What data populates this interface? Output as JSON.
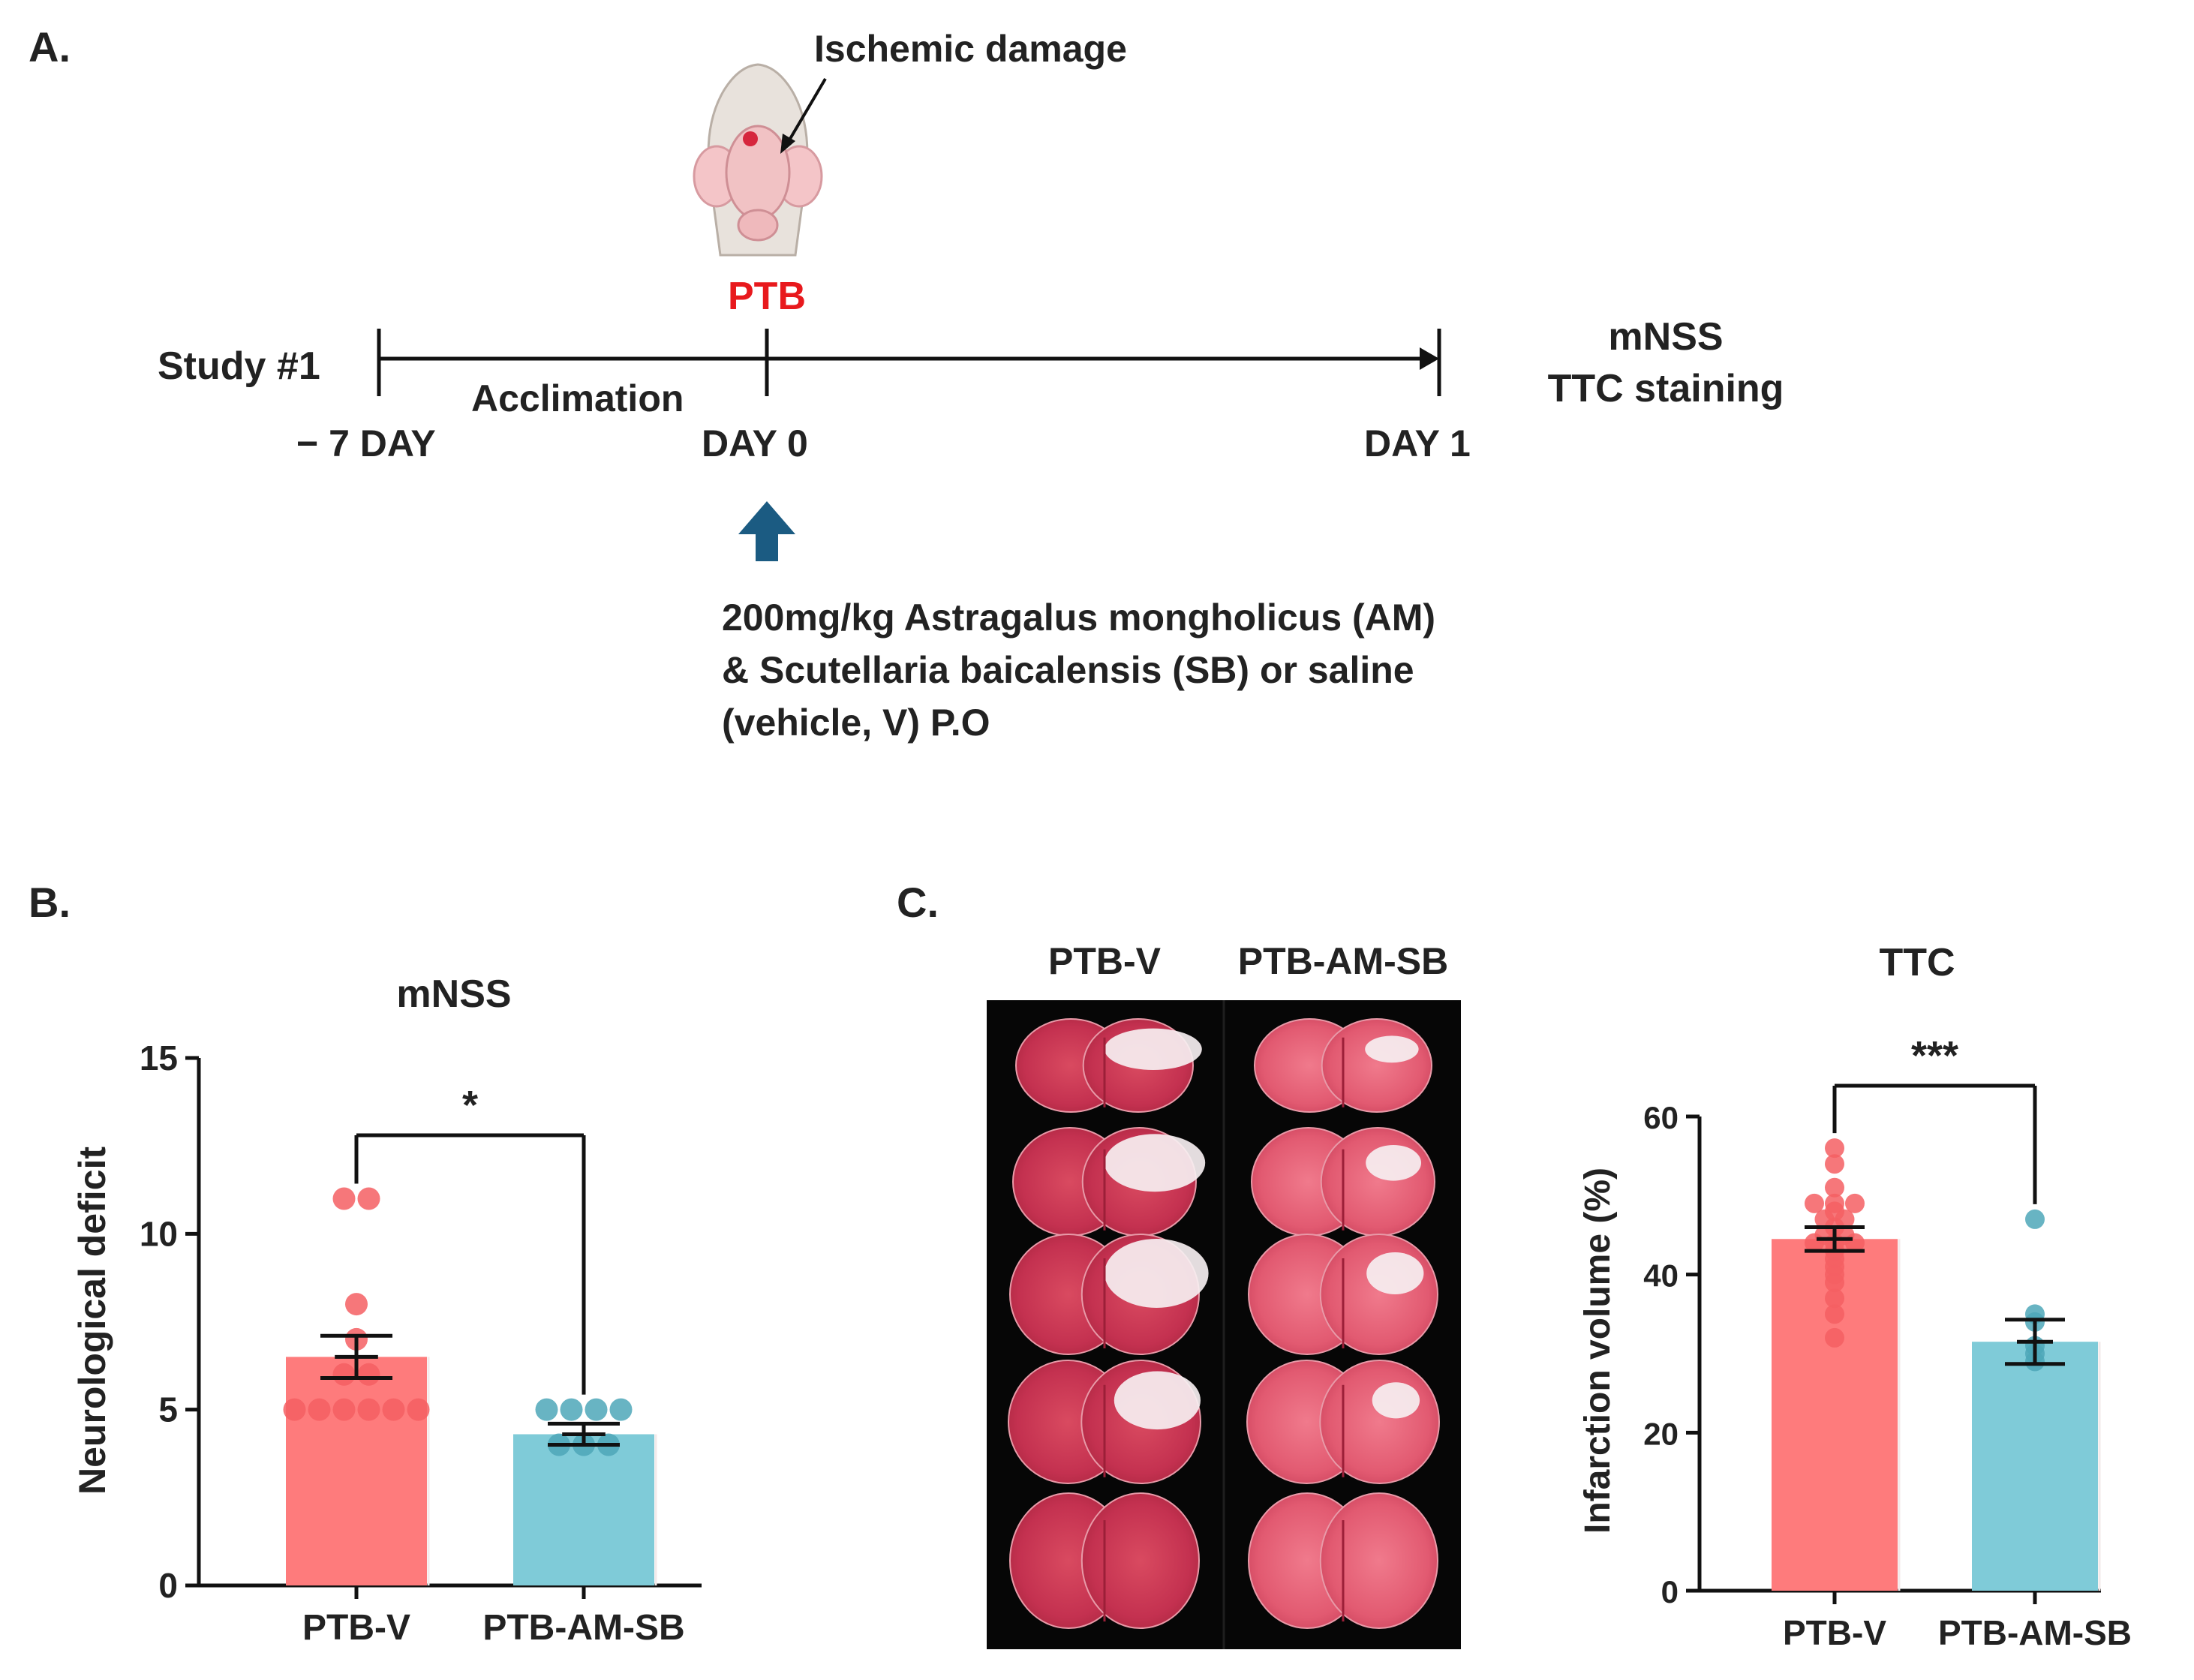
{
  "panel_a": {
    "label": "A.",
    "ischemic_label": "Ischemic damage",
    "ptb_label": "PTB",
    "study_label": "Study #1",
    "acclimation_label": "Acclimation",
    "day_minus7": "− 7 DAY",
    "day0": "DAY 0",
    "day1": "DAY 1",
    "outcome_line1": "mNSS",
    "outcome_line2": "TTC staining",
    "treatment_line1": "200mg/kg Astragalus mongholicus (AM)",
    "treatment_line2": "& Scutellaria baicalensis (SB) or saline",
    "treatment_line3": "(vehicle, V) P.O",
    "arrow_color": "#1b5b82"
  },
  "panel_b": {
    "label": "B."
  },
  "panel_c": {
    "label": "C.",
    "image_col1": "PTB-V",
    "image_col2": "PTB-AM-SB"
  },
  "colors": {
    "ptb_v": "#fe7b7c",
    "ptb_v_dot": "#f45f63",
    "ptb_am_sb": "#7fcbd8",
    "ptb_am_sb_dot": "#4ea7b8"
  },
  "chart_data": [
    {
      "type": "bar",
      "title": "mNSS",
      "ylabel": "Neurological deficit",
      "categories": [
        "PTB-V",
        "PTB-AM-SB"
      ],
      "values": [
        6.5,
        4.3
      ],
      "error": [
        0.6,
        0.3
      ],
      "ylim": [
        0,
        15
      ],
      "yticks": [
        "0",
        "5",
        "10",
        "15"
      ],
      "points": [
        [
          11,
          11,
          8,
          7,
          6,
          6,
          5,
          5,
          5,
          5,
          5,
          5
        ],
        [
          5,
          5,
          5,
          5,
          4,
          4,
          4
        ]
      ],
      "significance": "*"
    },
    {
      "type": "bar",
      "title": "TTC",
      "ylabel": "Infarction volume (%)",
      "categories": [
        "PTB-V",
        "PTB-AM-SB"
      ],
      "values": [
        44.5,
        31.5
      ],
      "error": [
        1.5,
        2.8
      ],
      "ylim": [
        0,
        60
      ],
      "yticks": [
        "0",
        "20",
        "40",
        "60"
      ],
      "points": [
        [
          56,
          54,
          51,
          49,
          49,
          49,
          48,
          47,
          47,
          46,
          45,
          45,
          44,
          44,
          44,
          43,
          42,
          41,
          40,
          39,
          37,
          35,
          32
        ],
        [
          47,
          35,
          34,
          31,
          30,
          29
        ]
      ],
      "significance": "***"
    }
  ]
}
